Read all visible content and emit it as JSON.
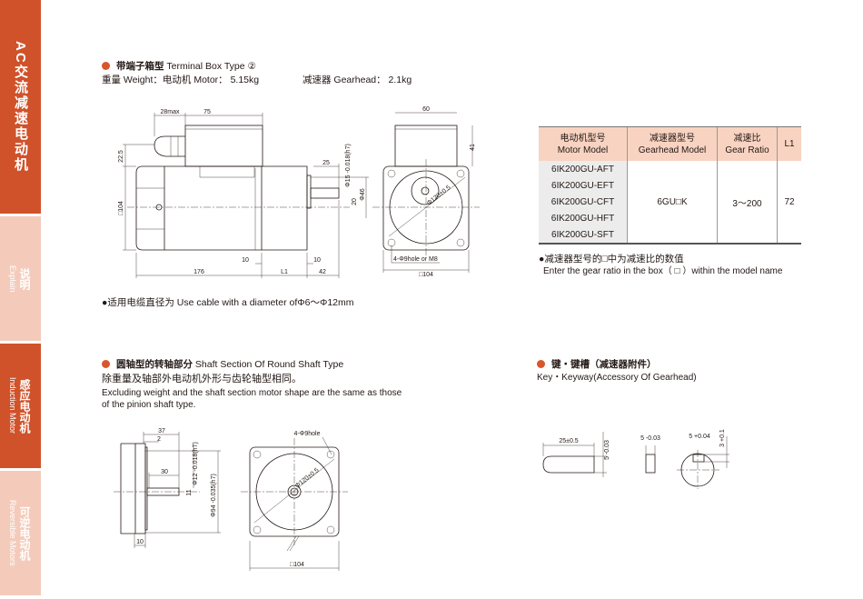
{
  "sidebar": {
    "main": "AC交流减速电动机",
    "items": [
      {
        "cn": "说明",
        "en": "Explain"
      },
      {
        "cn": "感应电动机",
        "en": "Induction Motor"
      },
      {
        "cn": "可逆电动机",
        "en": "Reversible Motors"
      }
    ]
  },
  "terminal": {
    "title_cn": "带端子箱型",
    "title_en": "Terminal Box Type ②",
    "weight": "重量 Weight：电动机 Motor： 5.15kg",
    "gearhead": "减速器 Gearhead： 2.1kg",
    "cable_note": "●适用电缆直径为 Use cable with a diameter ofΦ6～Φ12mm",
    "dims": {
      "d28": "28max",
      "d75": "75",
      "d225": "22.5",
      "d104": "□104",
      "d25": "25",
      "phi15": "Φ15 -0.018(h7)",
      "phi46": "Φ46",
      "d20": "20",
      "d10a": "10",
      "d10b": "10",
      "d176": "176",
      "l1": "L1",
      "d42": "42",
      "d60": "60",
      "d41": "41",
      "phi120": "Φ120±0.5",
      "hole": "4-Φ9hole or M8",
      "sq104": "□104"
    }
  },
  "table": {
    "headers": [
      {
        "cn": "电动机型号",
        "en": "Motor Model"
      },
      {
        "cn": "减速器型号",
        "en": "Gearhead Model"
      },
      {
        "cn": "减速比",
        "en": "Gear Ratio"
      },
      {
        "cn": "L1",
        "en": ""
      }
    ],
    "motors": [
      "6IK200GU-AFT",
      "6IK200GU-EFT",
      "6IK200GU-CFT",
      "6IK200GU-HFT",
      "6IK200GU-SFT"
    ],
    "gearhead": "6GU□K",
    "ratio": "3～200",
    "l1": "72",
    "note_cn": "●减速器型号的□中为减速比的数值",
    "note_en": "Enter the gear ratio in the box（ □ ）within the model name"
  },
  "round": {
    "title_cn": "圆轴型的转轴部分",
    "title_en": "Shaft Section Of Round Shaft Type",
    "desc_cn": "除重量及轴部外电动机外形与齿轮轴型相同。",
    "desc_en1": "Excluding weight and the shaft section motor shape are the same as those",
    "desc_en2": "of the pinion shaft type.",
    "dims": {
      "d37": "37",
      "d2": "2",
      "d30": "30",
      "phi12": "Φ12 -0.018(h7)",
      "phi94": "Φ94 -0.035(h7)",
      "d11": "11",
      "d10": "10",
      "hole": "4-Φ9hole",
      "phi120": "Φ120±0.5",
      "sq104": "□104"
    }
  },
  "key": {
    "title_cn": "键・键槽（减速器附件）",
    "title_en": "Key・Keyway(Accessory Of Gearhead)",
    "dims": {
      "len": "25±0.5",
      "h": "5 -0.03",
      "w": "5 -0.03",
      "slot": "5 +0.04",
      "depth": "3 +0.1"
    }
  },
  "colors": {
    "accent": "#d0522a",
    "light": "#f4cbbb"
  }
}
